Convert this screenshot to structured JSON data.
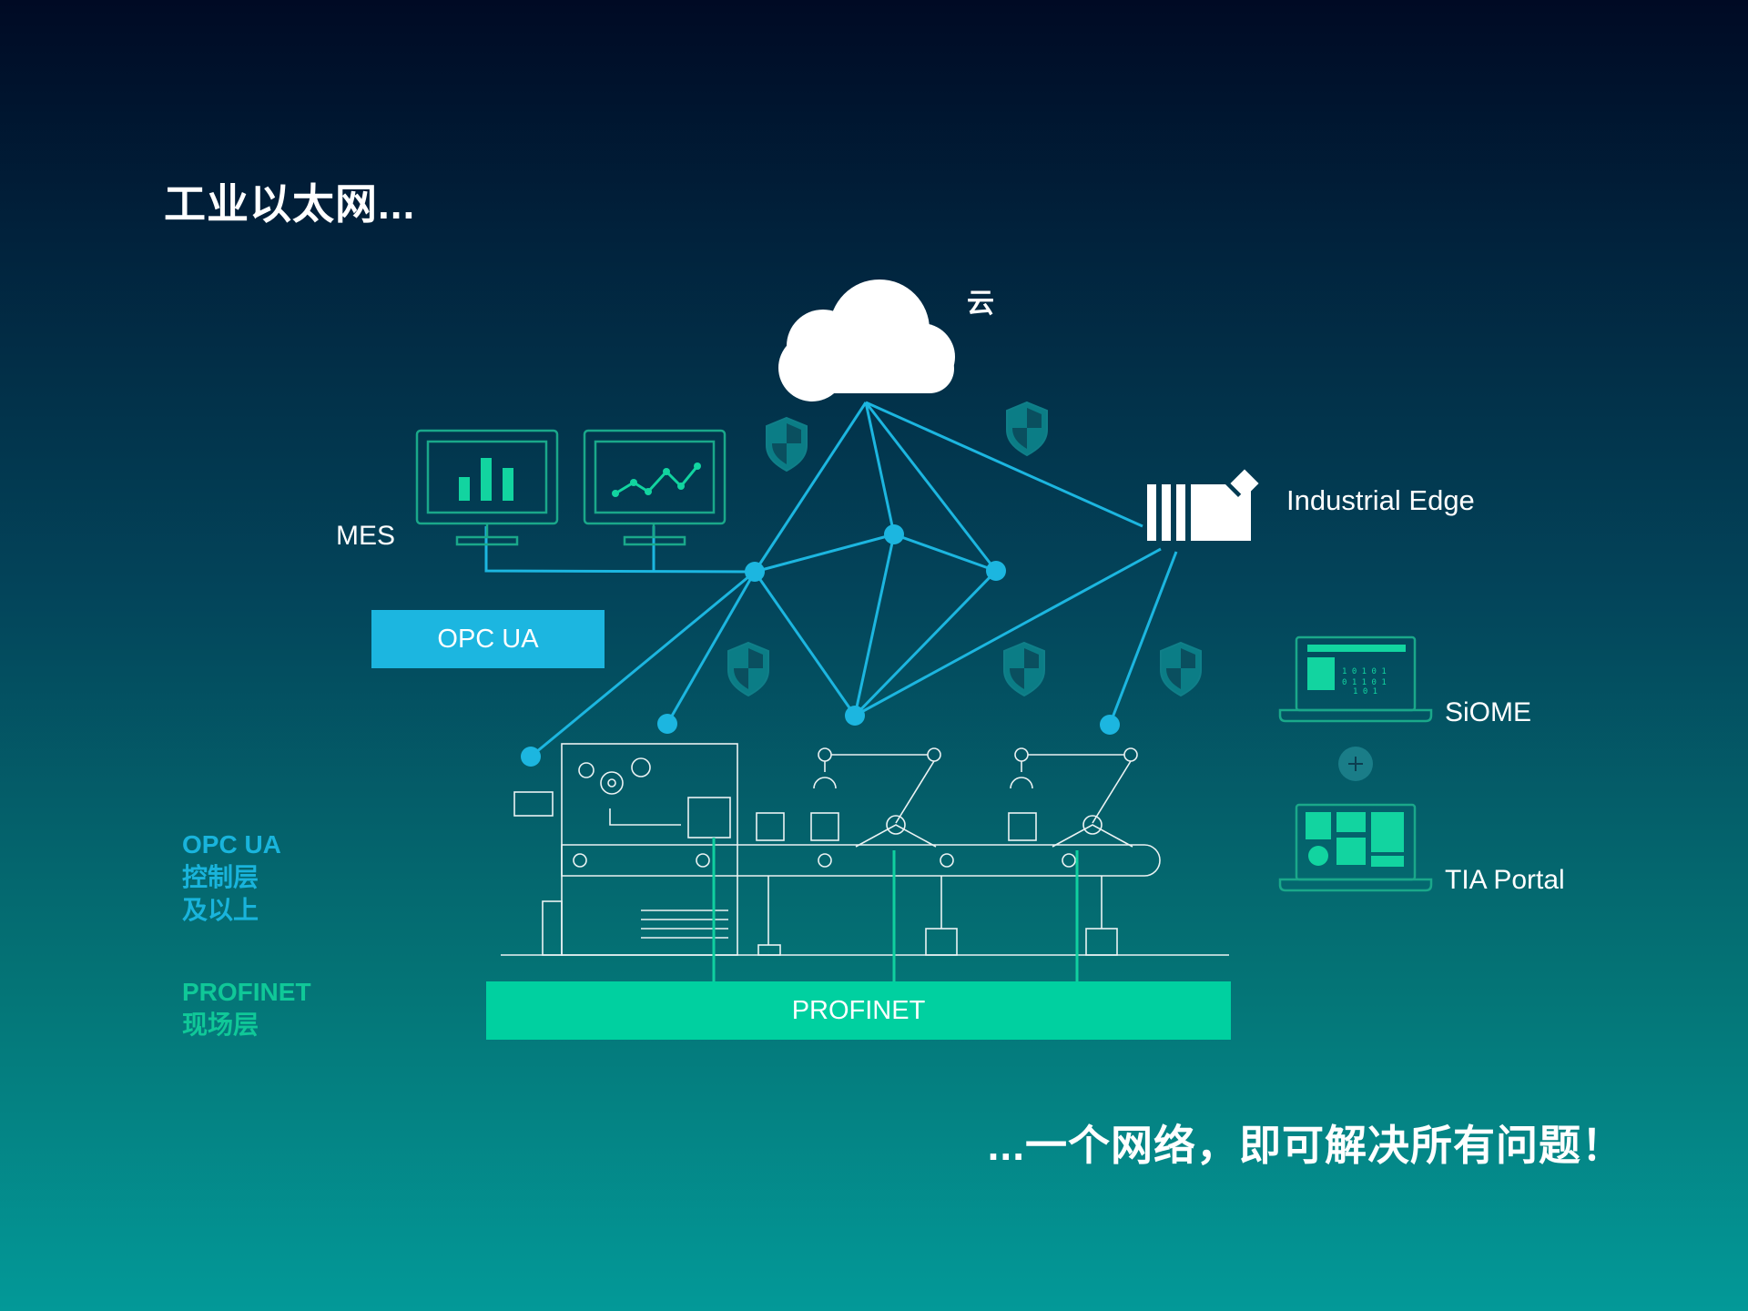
{
  "title": "工业以太网...",
  "tagline": "...一个网络，即可解决所有问题！",
  "diagram": {
    "cloud_label": "云",
    "mes_label": "MES",
    "opcua_box_label": "OPC UA",
    "industrial_edge_label": "Industrial Edge",
    "siome_label": "SiOME",
    "tia_portal_label": "TIA Portal",
    "profinet_bar_label": "PROFINET",
    "plus_icon": "plus-icon",
    "shield_icon": "shield-icon"
  },
  "legend": {
    "opcua_title": "OPC UA",
    "opcua_line1": "控制层",
    "opcua_line2": "及以上",
    "profinet_title": "PROFINET",
    "profinet_line1": "现场层"
  },
  "colors": {
    "network_blue": "#1cb6e0",
    "profinet_green": "#00d0a0",
    "shield_teal": "#0e8a8a"
  }
}
